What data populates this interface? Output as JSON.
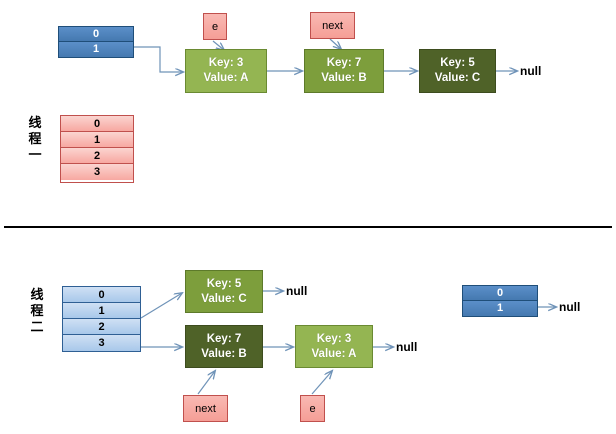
{
  "diagram": {
    "title": "HashMap resize concurrency diagram",
    "divider": "section-divider",
    "colors": {
      "node_light_green": "#94b552",
      "node_mid_green": "#7d9e3c",
      "node_dark_green": "#4f6228",
      "bucket_blue_dark": "#4a7ebb",
      "bucket_blue_light": "#a8c8ea",
      "bucket_pink": "#f7a8a1",
      "arrow_blue": "#6f93b8",
      "divider_black": "#000000"
    }
  },
  "top": {
    "thread_label": [
      "线",
      "程",
      "一"
    ],
    "bucket_table": {
      "name": "old-table",
      "rows": [
        "0",
        "1"
      ]
    },
    "new_table": {
      "name": "new-table",
      "rows": [
        "0",
        "1",
        "2",
        "3"
      ]
    },
    "pointers": [
      {
        "label": "e"
      },
      {
        "label": "next"
      }
    ],
    "nodes": [
      {
        "key": "Key: 3",
        "value": "Value: A"
      },
      {
        "key": "Key: 7",
        "value": "Value: B"
      },
      {
        "key": "Key: 5",
        "value": "Value: C"
      }
    ],
    "null_label": "null"
  },
  "bottom": {
    "thread_label": [
      "线",
      "程",
      "二"
    ],
    "bucket_table": {
      "name": "new-table",
      "rows": [
        "0",
        "1",
        "2",
        "3"
      ]
    },
    "right_table": {
      "name": "old-table",
      "rows": [
        "0",
        "1"
      ]
    },
    "nodes": [
      {
        "key": "Key: 5",
        "value": "Value: C"
      },
      {
        "key": "Key: 7",
        "value": "Value: B"
      },
      {
        "key": "Key: 3",
        "value": "Value: A"
      }
    ],
    "pointers": [
      {
        "label": "next"
      },
      {
        "label": "e"
      }
    ],
    "null_labels": [
      "null",
      "null",
      "null"
    ]
  }
}
